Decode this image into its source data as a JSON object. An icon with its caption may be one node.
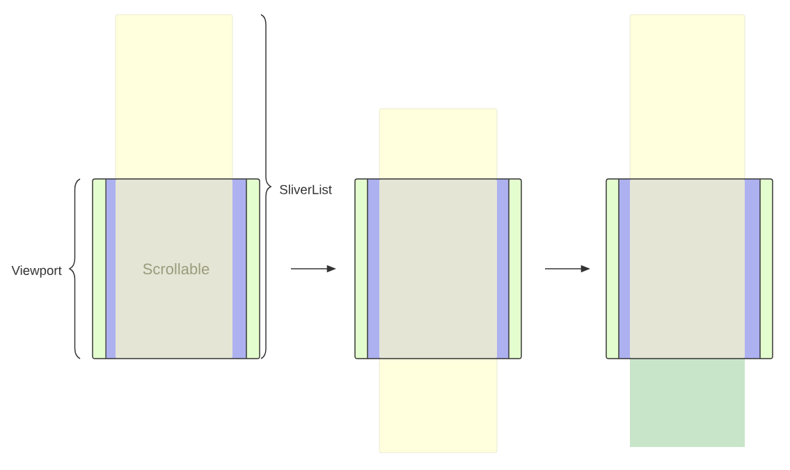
{
  "diagram": {
    "nodes": [
      {
        "text": [
          "Scrollable"
        ]
      },
      {
        "text": [],
        "shape": "box"
      },
      {
        "text": [],
        "shape": "box"
      },
      {
        "text": [],
        "shape": "box"
      },
      {
        "text": [],
        "shape": "box"
      },
      {
        "text": [],
        "shape": "box"
      },
      {
        "text": [],
        "shape": "box"
      }
    ],
    "edges": [
      {
        "from": 0,
        "to": 2,
        "arrow": "to"
      },
      {
        "from": 2,
        "to": 4,
        "arrow": "to"
      }
    ],
    "labels": [
      "SliverList",
      "Viewport"
    ]
  }
}
